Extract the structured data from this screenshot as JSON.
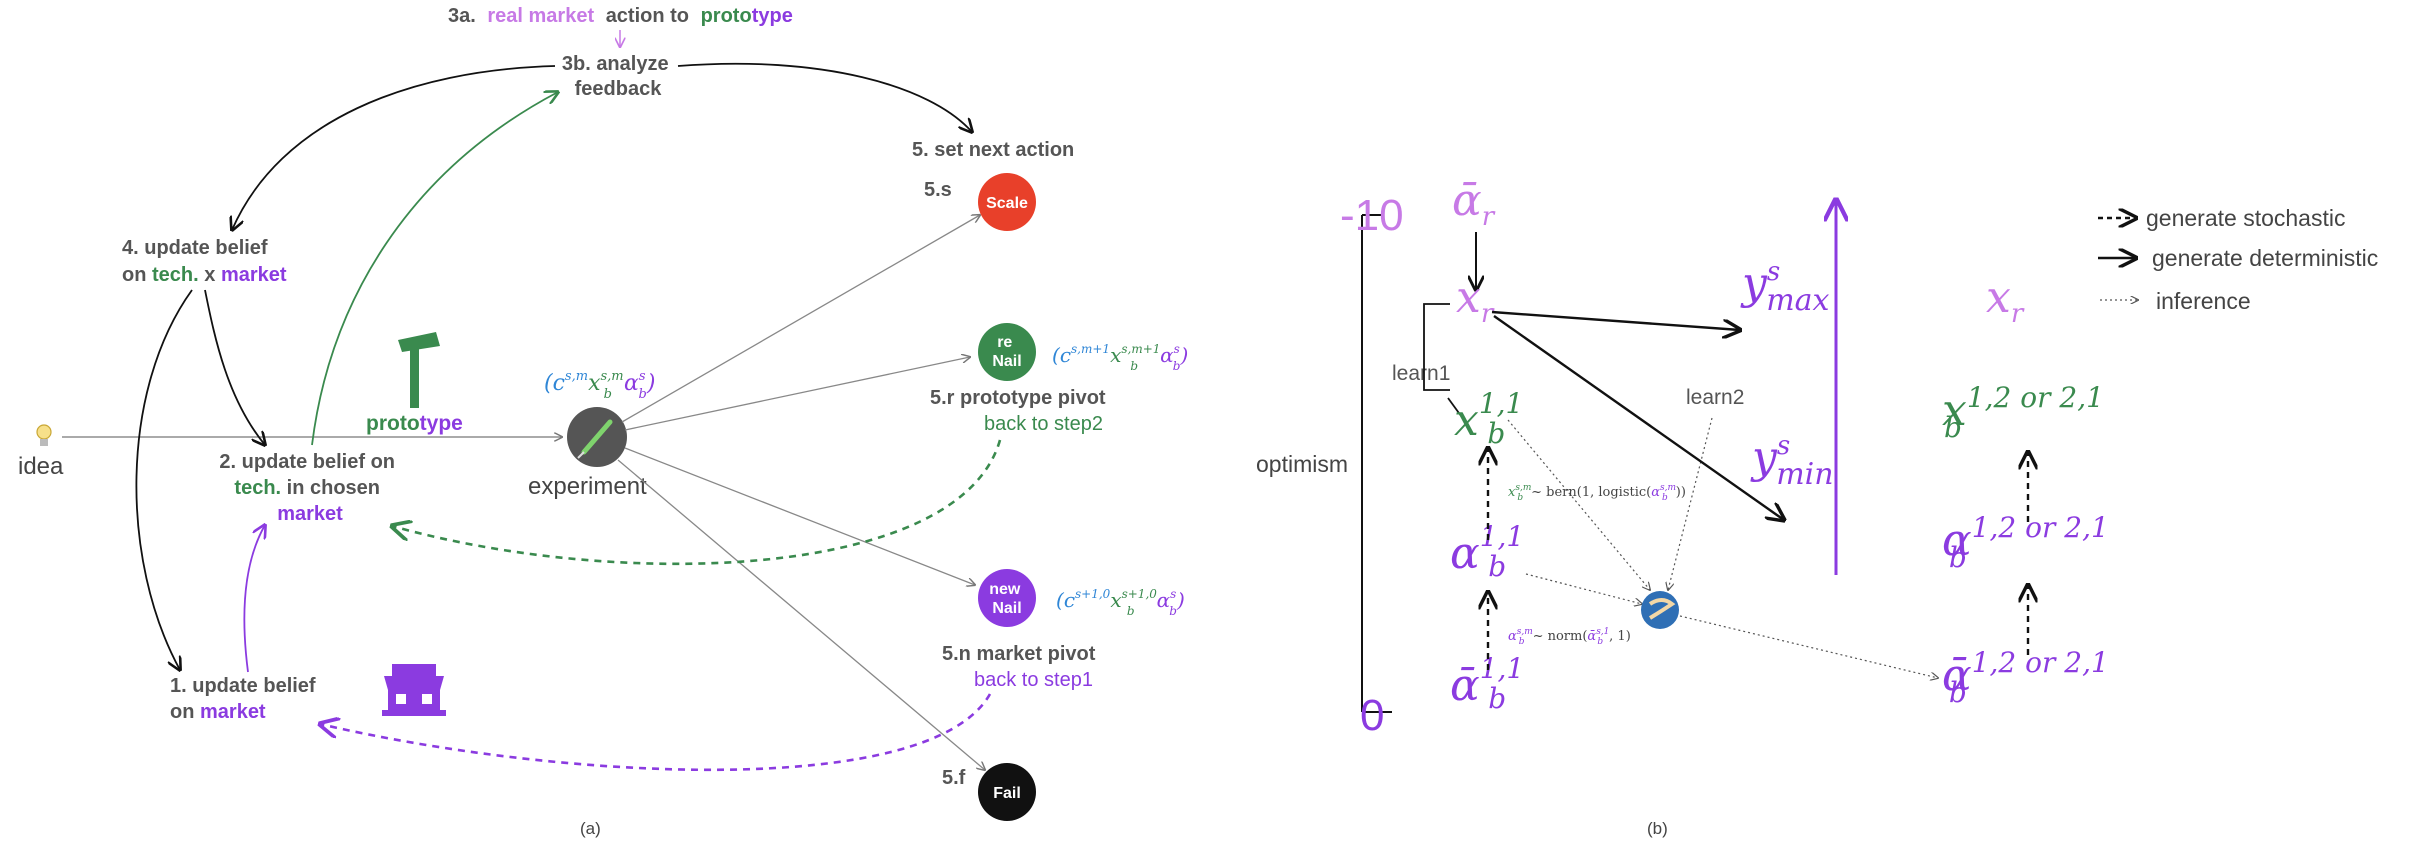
{
  "colors": {
    "gray": "#555555",
    "green": "#3a8a4e",
    "purple": "#8b3be0",
    "lightPurple": "#c77ae6",
    "blue": "#2f86d6",
    "red": "#e8402a",
    "black": "#111111"
  },
  "icons": {
    "idea": "lightbulb-icon",
    "prototype": "hammer-icon",
    "experiment": "syringe-icon",
    "market": "storefront-icon",
    "inference": "stan-logo-icon"
  },
  "panel_a": {
    "caption": "(a)",
    "step3a": {
      "prefix": "3a.",
      "real_market": "real market",
      "middle": "action to",
      "proto": "proto",
      "type": "type"
    },
    "step3b": {
      "line1": "3b. analyze",
      "line2": "feedback"
    },
    "step4": {
      "line1": "4. update belief",
      "on": "on",
      "tech": "tech.",
      "x": "x",
      "market": "market"
    },
    "step2": {
      "line1": "2. update belief on",
      "tech": "tech.",
      "in_chosen": "in chosen",
      "market": "market"
    },
    "step1": {
      "line1": "1. update belief",
      "on": "on",
      "market": "market"
    },
    "idea": "idea",
    "prototype": {
      "proto": "proto",
      "type": "type"
    },
    "experiment": "experiment",
    "step5": "5. set next action",
    "scale": {
      "code": "5.s",
      "label": "Scale"
    },
    "renail": {
      "code": "5.r prototype pivot",
      "back": "back to step2",
      "label1": "re",
      "label2": "Nail"
    },
    "newnail": {
      "code": "5.n market pivot",
      "back": "back to step1",
      "label1": "new",
      "label2": "Nail"
    },
    "fail": {
      "code": "5.f",
      "label": "Fail"
    },
    "tuple_exp": {
      "open": "(",
      "c": "c",
      "c_sup": "s,m",
      "x": "x",
      "x_sub": "b",
      "x_sup": "s,m",
      "a": "α",
      "a_sub": "b",
      "a_sup": "s",
      "close": ")"
    },
    "tuple_re": {
      "open": "(",
      "c": "c",
      "c_sup": "s,m+1",
      "x": "x",
      "x_sub": "b",
      "x_sup": "s,m+1",
      "a": "α",
      "a_sub": "b",
      "a_sup": "s",
      "close": ")"
    },
    "tuple_new": {
      "open": "(",
      "c": "c",
      "c_sup": "s+1,0",
      "x": "x",
      "x_sub": "b",
      "x_sup": "s+1,0",
      "a": "α",
      "a_sub": "b",
      "a_sup": "s",
      "close": ")"
    }
  },
  "panel_b": {
    "caption": "(b)",
    "optimism": "optimism",
    "tick_top": "-10",
    "tick_bottom": "0",
    "alpha_r": {
      "base": "ᾱ",
      "sub": "r"
    },
    "x_r": {
      "base": "x",
      "sub": "r"
    },
    "x_r_right": {
      "base": "x",
      "sub": "r"
    },
    "ymax": {
      "base": "y",
      "sub": "max",
      "sup": "s"
    },
    "ymin": {
      "base": "y",
      "sub": "min",
      "sup": "s"
    },
    "learn1": "learn1",
    "learn2": "learn2",
    "xb11": {
      "base": "x",
      "sub": "b",
      "sup": "1,1"
    },
    "ab11": {
      "base": "α",
      "sub": "b",
      "sup": "1,1"
    },
    "abar11": {
      "base": "ᾱ",
      "sub": "b",
      "sup": "1,1"
    },
    "xb12": {
      "base": "x",
      "sub": "b",
      "sup": "1,2 or 2,1"
    },
    "ab12": {
      "base": "α",
      "sub": "b",
      "sup": "1,2 or 2,1"
    },
    "abar12": {
      "base": "ᾱ",
      "sub": "b",
      "sup": "1,2 or 2,1"
    },
    "bern": {
      "x": "x",
      "x_sub": "b",
      "x_sup": "s,m",
      "mid": "~ bern(1, logistic(",
      "a": "α",
      "a_sub": "b",
      "a_sup": "s,m",
      "end": "))"
    },
    "norm": {
      "a": "α",
      "a_sub": "b",
      "a_sup": "s,m",
      "mid": "~ norm(",
      "abar": "ᾱ",
      "abar_sub": "b",
      "abar_sup": "s,1",
      "end": ", 1)"
    },
    "legend": [
      "generate stochastic",
      "generate deterministic",
      "inference"
    ]
  }
}
